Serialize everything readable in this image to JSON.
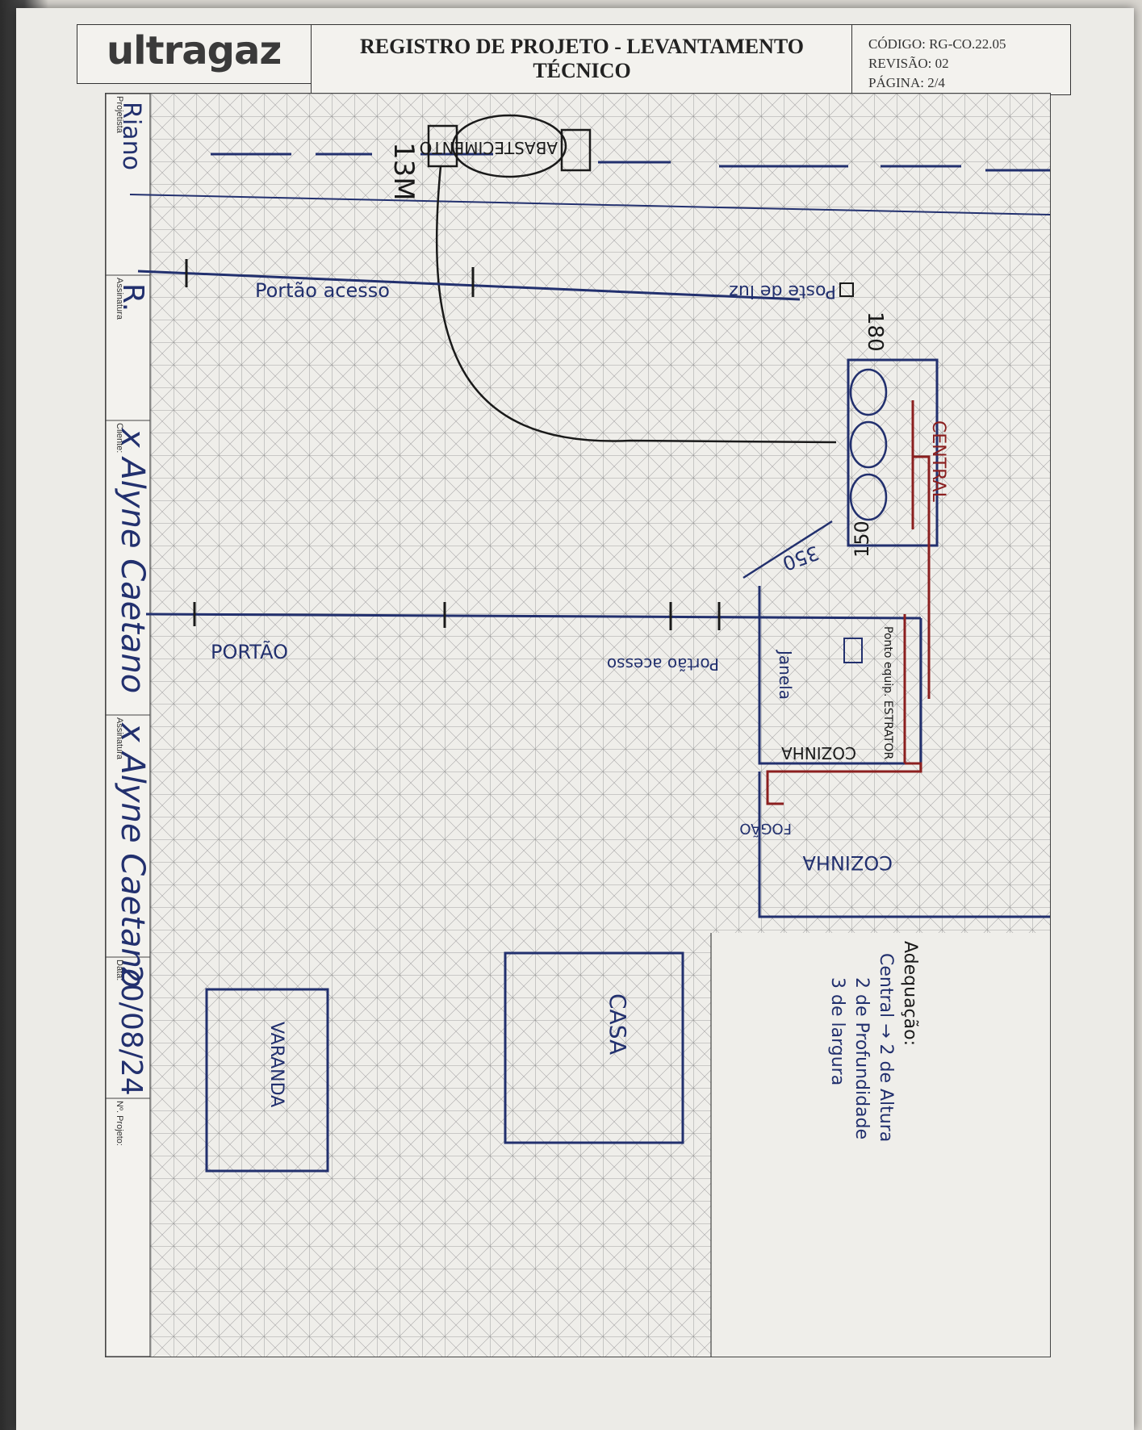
{
  "header": {
    "logo": "ultragaz",
    "title_line1": "REGISTRO DE PROJETO - LEVANTAMENTO",
    "title_line2": "TÉCNICO",
    "code": "CÓDIGO:  RG-CO.22.05",
    "revision": "REVISÃO:  02",
    "page": "PÁGINA: 2/4"
  },
  "side_fields": {
    "projetista_label": "Projetista",
    "projetista_value": "Riano",
    "assinatura1_label": "Assinatura",
    "assinatura1_value": "R.",
    "cliente_label": "Cliente:",
    "cliente_value": "x Alyne Caetano",
    "assinatura2_label": "Assinatura",
    "assinatura2_value": "x Alyne Caetano",
    "data_label": "Data:",
    "data_value": "20/08/24",
    "nprojeto_label": "Nº. Projeto:"
  },
  "sketch": {
    "abastecimento": "ABASTECIMENTO",
    "distance_13": "13M",
    "portao_acesso_top": "Portão acesso",
    "poste_luz": "Poste de luz",
    "dim_180": "180",
    "central": "CENTRAL",
    "dim_350": "350",
    "dim_150": "150",
    "portao": "PORTÃO",
    "portao_acesso": "Portão acesso",
    "janela": "Janela",
    "ponto_equip": "Ponto equip. ESTRATOR",
    "cozinha_ext": "COZINHA",
    "fogao": "FOGÃO",
    "cozinha_int": "COZINHA",
    "casa": "CASA",
    "varanda": "VARANDA"
  },
  "adequacao": {
    "label": "Adequação:",
    "line1": "Central → 2 de Altura",
    "line2": "2 de Profundidade",
    "line3": "3 de largura"
  },
  "colors": {
    "ink_blue": "#22306e",
    "ink_black": "#1a1a1a",
    "ink_red": "#8b1f1f",
    "grid": "#8a8a8a"
  }
}
